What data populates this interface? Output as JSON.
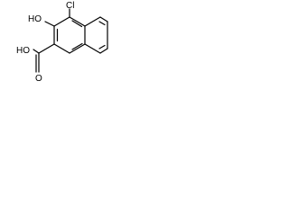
{
  "molecule": {
    "labels": {
      "chlorine": "Cl",
      "hydroxyl": "HO",
      "carboxyl": "HO",
      "carbonyl_oxygen": "O"
    }
  }
}
